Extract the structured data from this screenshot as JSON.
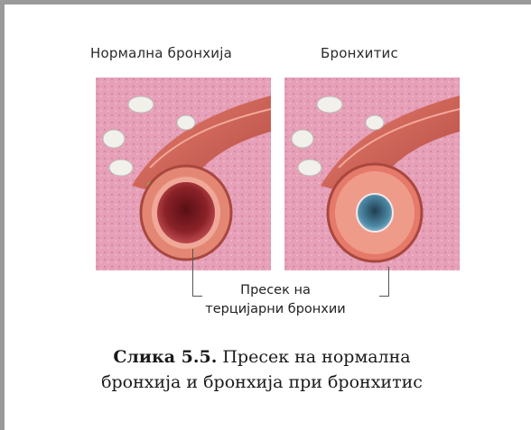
{
  "figure": {
    "panels": [
      {
        "label": "Нормална бронхија"
      },
      {
        "label": "Бронхитис"
      }
    ],
    "callout": {
      "line1": "Пресек на",
      "line2": "терцијарни бронхии"
    },
    "caption": {
      "number": "Слика 5.5.",
      "text": " Пресек на нормална бронхија и бронхија при бронхитис"
    }
  }
}
